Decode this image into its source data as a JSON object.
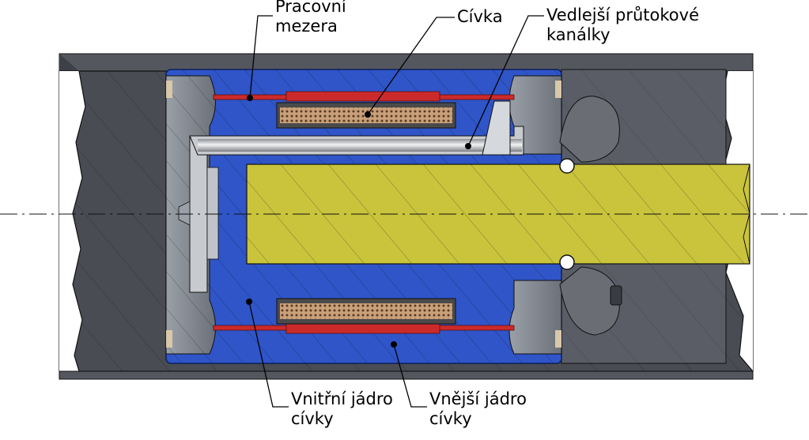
{
  "labels": {
    "working_gap": {
      "line1": "Pracovní",
      "line2": "mezera"
    },
    "coil": "Cívka",
    "bypass_channels": {
      "line1": "Vedlejší průtokové",
      "line2": "kanálky"
    },
    "inner_core": {
      "line1": "Vnitřní jádro",
      "line2": "cívky"
    },
    "outer_core": {
      "line1": "Vnější jádro",
      "line2": "cívky"
    }
  },
  "colors": {
    "housing": "#4d4f57",
    "housing_dark": "#3a3c43",
    "cavity": "#5d6068",
    "core_blue": "#2f55c8",
    "gap_red": "#cc2a2a",
    "coil_winding": "#b9906a",
    "piston_rod": "#c9c43c",
    "steel_light": "#a9adb3",
    "steel_dark": "#6d7178",
    "leader": "#000000"
  }
}
